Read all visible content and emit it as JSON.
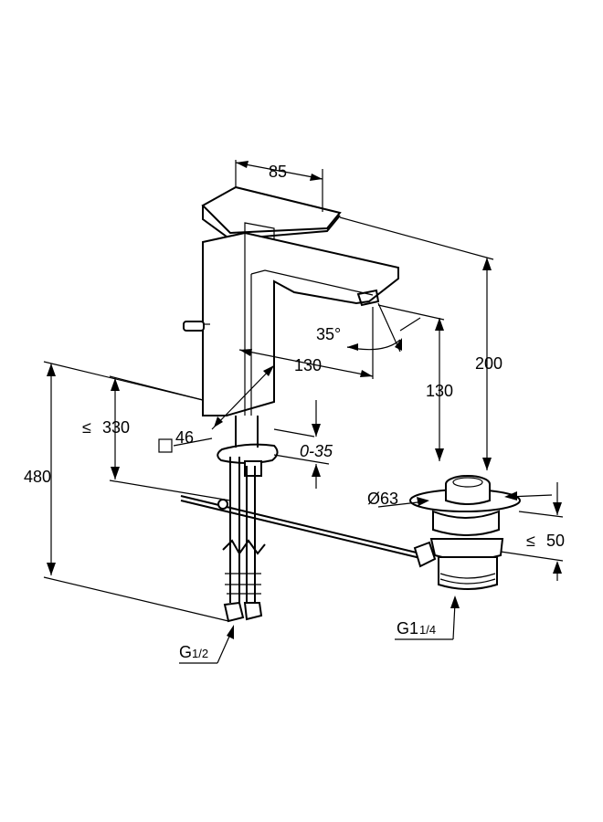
{
  "dimensions": {
    "spout_width": "85",
    "total_height": "200",
    "spout_reach": "130",
    "spout_height": "130",
    "spout_angle": "35°",
    "mount_height_sym": "≤",
    "mount_height": "330",
    "total_length": "480",
    "base_square": "46",
    "deck_thickness": "0-35",
    "waste_diameter": "Ø63",
    "waste_depth_sym": "≤",
    "waste_depth": "50",
    "waste_thread": "G1",
    "waste_thread_sub": "1/4",
    "supply_thread": "G",
    "supply_thread_sub": "1/2"
  },
  "colors": {
    "line": "#000000",
    "background": "#ffffff"
  },
  "icons": {
    "base_square": "square-outline-icon"
  }
}
